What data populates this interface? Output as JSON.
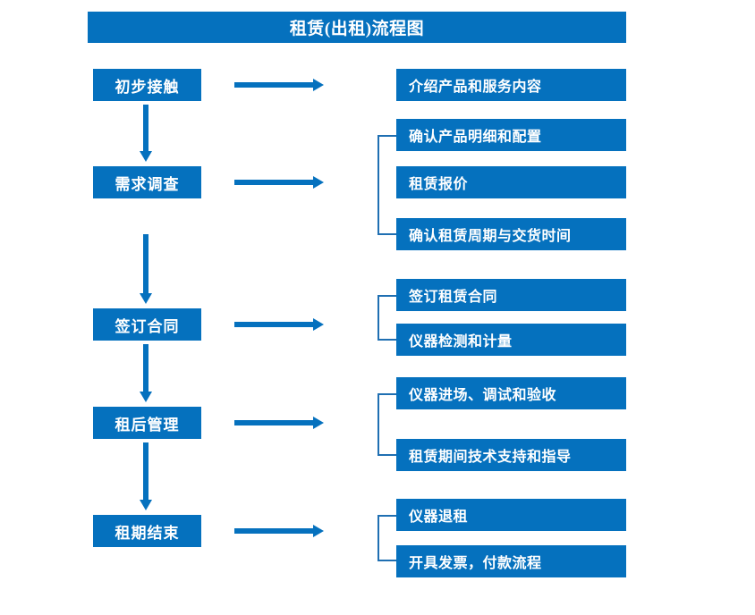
{
  "chart": {
    "type": "flowchart",
    "title": "租赁(出租)流程图",
    "accent_color": "#0571BE",
    "text_color": "#FFFFFF",
    "background_color": "#FFFFFF",
    "orientation": "top-to-bottom with right branches",
    "stages": [
      {
        "id": "stage-1",
        "label": "初步接触",
        "details": [
          "介绍产品和服务内容"
        ],
        "has_bracket": false
      },
      {
        "id": "stage-2",
        "label": "需求调查",
        "details": [
          "确认产品明细和配置",
          "租赁报价",
          "确认租赁周期与交货时间"
        ],
        "has_bracket": true
      },
      {
        "id": "stage-3",
        "label": "签订合同",
        "details": [
          "签订租赁合同",
          "仪器检测和计量"
        ],
        "has_bracket": true
      },
      {
        "id": "stage-4",
        "label": "租后管理",
        "details": [
          "仪器进场、调试和验收",
          "租赁期间技术支持和指导"
        ],
        "has_bracket": true
      },
      {
        "id": "stage-5",
        "label": "租期结束",
        "details": [
          "仪器退租",
          "开具发票，付款流程"
        ],
        "has_bracket": true
      }
    ]
  },
  "icons": {
    "arrow_right": "right-arrow-icon",
    "arrow_down": "down-arrow-icon",
    "bracket": "bracket-connector-icon"
  }
}
